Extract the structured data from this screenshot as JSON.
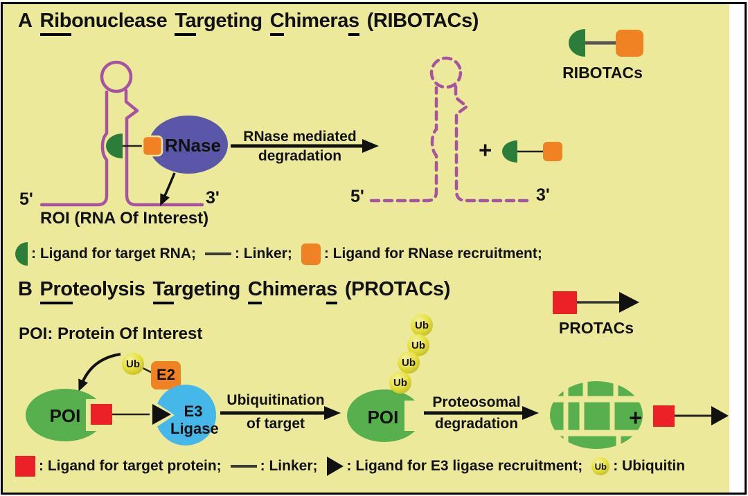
{
  "colors": {
    "background": "#EDE99B",
    "rna_strand": "#A653A1",
    "rnase_fill": "#5B57A8",
    "ligand_green": "#2D7D3A",
    "ligand_orange": "#F08223",
    "ligand_red": "#EC2027",
    "poi_green": "#57AF4D",
    "e3_cyan": "#45B7E8",
    "ubiquitin_yellow": "#E2DC35",
    "ink": "#111111"
  },
  "panel_a": {
    "title": {
      "letter": "A",
      "w1_u": "Rib",
      "w1_rest": "onuclease",
      "w2_u": "Ta",
      "w2_rest": "rgeting",
      "w3_u": "C",
      "w3_mid": "himera",
      "w3_end_u": "s",
      "acronym": "(RIBOTACs)"
    },
    "legend_box_label": "RIBOTACs",
    "rnase_label": "RNase",
    "arrow_top": "RNase mediated",
    "arrow_bottom": "degradation",
    "five_prime": "5'",
    "three_prime": "3'",
    "roi_label": "ROI (RNA Of Interest)",
    "product_five_prime": "5'",
    "product_three_prime": "3'",
    "plus": "+",
    "legend": {
      "target": ": Ligand for target RNA;",
      "linker": ": Linker;",
      "recruit": ": Ligand for RNase recruitment;"
    }
  },
  "panel_b": {
    "title": {
      "letter": "B",
      "w1_u": "Pro",
      "w1_rest": "teolysis",
      "w2_u": "Ta",
      "w2_rest": "rgeting",
      "w3_u": "C",
      "w3_mid": "himera",
      "w3_end_u": "s",
      "acronym": "(PROTACs)"
    },
    "legend_box_label": "PROTACs",
    "poi_definition": "POI: Protein Of Interest",
    "poi_label": "POI",
    "poi2_label": "POI",
    "e2_label": "E2",
    "e3_line1": "E3",
    "e3_line2": "Ligase",
    "ub_label": "Ub",
    "arrow1_top": "Ubiquitination",
    "arrow1_bottom": "of target",
    "arrow2_top": "Proteosomal",
    "arrow2_bottom": "degradation",
    "plus": "+",
    "legend": {
      "target": ": Ligand for target protein;",
      "linker": ": Linker;",
      "recruit": ": Ligand for E3 ligase recruitment;",
      "ub": "Ub",
      "ubiquitin": ": Ubiquitin"
    }
  }
}
